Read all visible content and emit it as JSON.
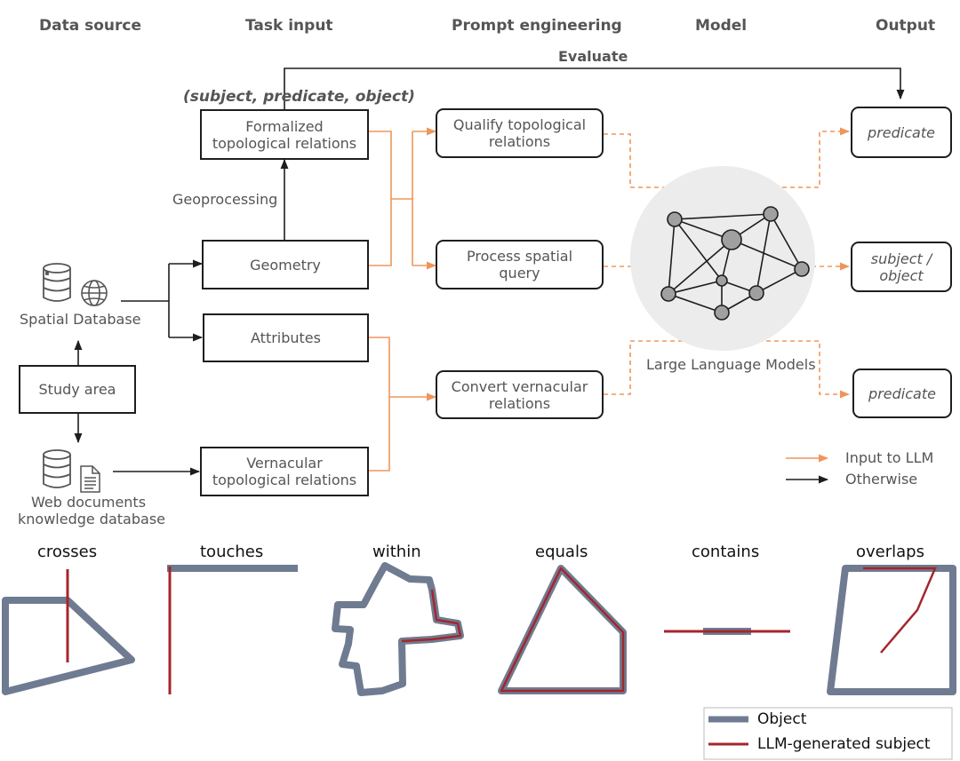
{
  "headers": {
    "data_source": "Data source",
    "task_input": "Task input",
    "prompt_engineering": "Prompt engineering",
    "model": "Model",
    "output": "Output"
  },
  "evaluate_label": "Evaluate",
  "triple_label": "(subject, predicate, object)",
  "geoprocessing_label": "Geoprocessing",
  "data_source": {
    "spatial_database": "Spatial Database",
    "study_area": "Study area",
    "web_documents_line1": "Web documents",
    "web_documents_line2": "knowledge database"
  },
  "task_input": {
    "formalized_line1": "Formalized",
    "formalized_line2": "topological relations",
    "geometry": "Geometry",
    "attributes": "Attributes",
    "vernacular_line1": "Vernacular",
    "vernacular_line2": "topological relations"
  },
  "prompt_engineering": {
    "qualify_line1": "Qualify topological",
    "qualify_line2": "relations",
    "process_line1": "Process spatial",
    "process_line2": "query",
    "convert_line1": "Convert vernacular",
    "convert_line2": "relations"
  },
  "model": {
    "label": "Large Language Models"
  },
  "outputs": {
    "out1": "predicate",
    "out2_line1": "subject /",
    "out2_line2": "object",
    "out3": "predicate"
  },
  "arrow_legend": {
    "input_to_llm": "Input to LLM",
    "otherwise": "Otherwise"
  },
  "relations": {
    "crosses": "crosses",
    "touches": "touches",
    "within": "within",
    "equals": "equals",
    "contains": "contains",
    "overlaps": "overlaps"
  },
  "shape_legend": {
    "object": "Object",
    "llm_subject": "LLM-generated subject"
  },
  "colors": {
    "orange": "#f0955a",
    "black": "#1e1e1e",
    "object_gray": "#6f7b91",
    "subject_red": "#a4262c",
    "model_bg": "#ececec",
    "node_gray": "#a0a0a0"
  }
}
